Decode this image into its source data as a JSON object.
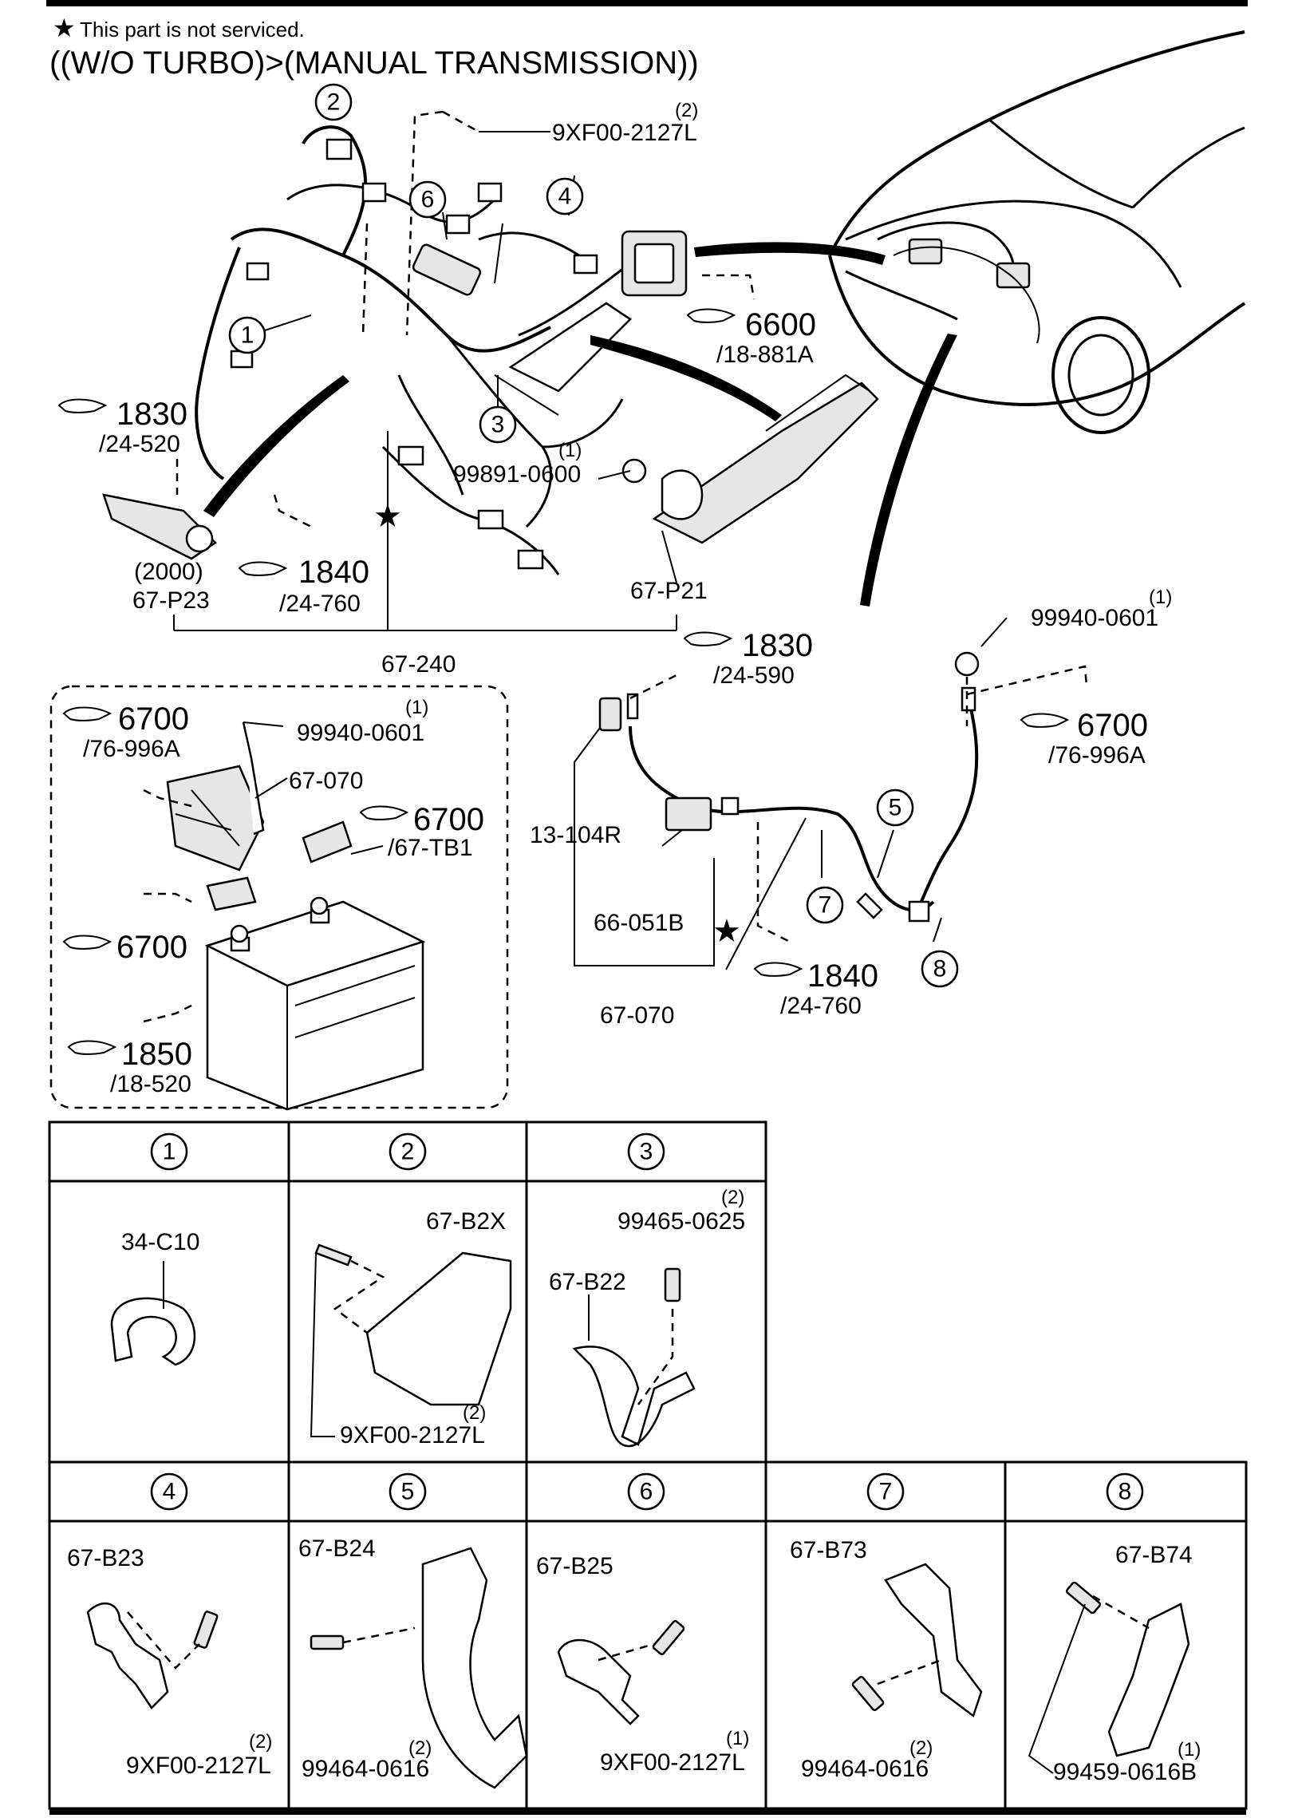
{
  "header": {
    "note_star": "★",
    "note_text": "This part is not serviced.",
    "title": "((W/O TURBO)>(MANUAL TRANSMISSION))"
  },
  "labels": {
    "bolt_qty_top": "(2)",
    "bolt_top": "9XF00-2127L",
    "nut_qty_1": "(1)",
    "nut_99891": "99891-0600",
    "p23_qty": "(2000)",
    "p23": "67-P23",
    "p21": "67-P21",
    "harness_240": "67-240",
    "nut_right_qty": "(1)",
    "nut_right": "99940-0601",
    "nut_box_qty": "(1)",
    "nut_box": "99940-0601",
    "cable_070_box": "67-070",
    "relay_13": "13-104R",
    "sensor_66": "66-051B",
    "cable_070": "67-070"
  },
  "refs": [
    {
      "num": "6600",
      "sub": "/18-881A"
    },
    {
      "num": "1830",
      "sub": "/24-520"
    },
    {
      "num": "1840",
      "sub": "/24-760"
    },
    {
      "num": "1830",
      "sub": "/24-590"
    },
    {
      "num": "6700",
      "sub": "/76-996A"
    },
    {
      "num": "6700",
      "sub": "/76-996A"
    },
    {
      "num": "6700",
      "sub": "/67-TB1"
    },
    {
      "num": "6700",
      "sub": ""
    },
    {
      "num": "1850",
      "sub": "/18-520"
    },
    {
      "num": "1840",
      "sub": "/24-760"
    }
  ],
  "callouts": [
    "1",
    "2",
    "3",
    "4",
    "5",
    "6",
    "7",
    "8"
  ],
  "table": {
    "row1": [
      {
        "num": "1",
        "parts": [
          "34-C10"
        ]
      },
      {
        "num": "2",
        "parts": [
          "67-B2X",
          "(2)",
          "9XF00-2127L"
        ]
      },
      {
        "num": "3",
        "parts": [
          "(2)",
          "99465-0625",
          "67-B22"
        ]
      }
    ],
    "row2": [
      {
        "num": "4",
        "parts": [
          "67-B23",
          "(2)",
          "9XF00-2127L"
        ]
      },
      {
        "num": "5",
        "parts": [
          "67-B24",
          "(2)",
          "99464-0616"
        ]
      },
      {
        "num": "6",
        "parts": [
          "67-B25",
          "(1)",
          "9XF00-2127L"
        ]
      },
      {
        "num": "7",
        "parts": [
          "67-B73",
          "(2)",
          "99464-0616"
        ]
      },
      {
        "num": "8",
        "parts": [
          "67-B74",
          "(1)",
          "99459-0616B"
        ]
      }
    ]
  }
}
